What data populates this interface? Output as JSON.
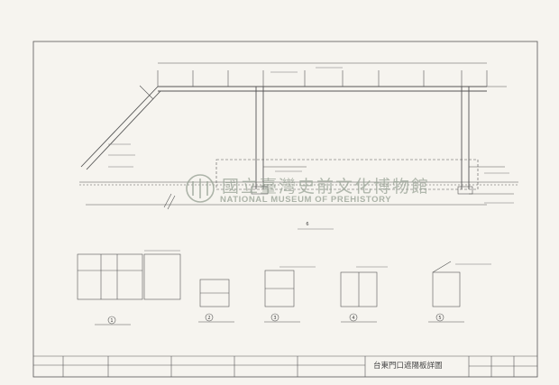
{
  "watermark": {
    "chinese": "國立臺灣史前文化博物館",
    "english": "NATIONAL MUSEUM OF PREHISTORY"
  },
  "title_block": {
    "drawing_title": "台東門口遮陽板詳圖"
  },
  "detail_labels": [
    "1",
    "2",
    "3",
    "4",
    "5",
    "6"
  ]
}
